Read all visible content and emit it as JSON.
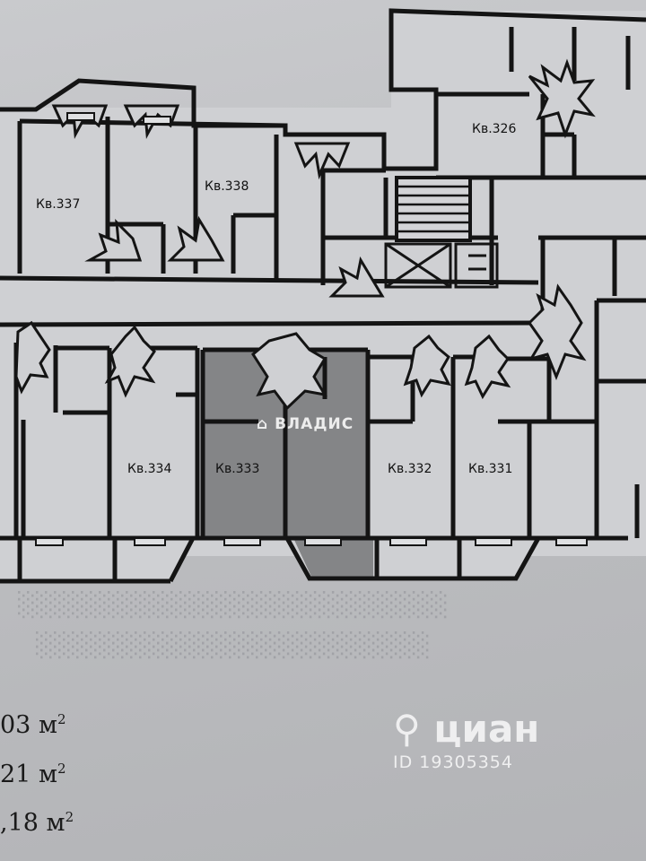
{
  "apartments": [
    {
      "id": "326",
      "label": "Кв.326"
    },
    {
      "id": "337",
      "label": "Кв.337"
    },
    {
      "id": "338",
      "label": "Кв.338"
    },
    {
      "id": "334",
      "label": "Кв.334"
    },
    {
      "id": "333",
      "label": "Кв.333"
    },
    {
      "id": "332",
      "label": "Кв.332"
    },
    {
      "id": "331",
      "label": "Кв.331"
    }
  ],
  "areas": [
    {
      "value": "03",
      "unit": "м",
      "exp": "2"
    },
    {
      "value": "21",
      "unit": "м",
      "exp": "2"
    },
    {
      "value": ",18",
      "unit": "м",
      "exp": "2"
    }
  ],
  "watermarks": {
    "vladis": "ВЛАДИС",
    "cian_brand": "циан",
    "cian_id": "ID 19305354"
  },
  "colors": {
    "highlight": "#848587",
    "wall": "#141414",
    "floor": "#cfd0d3"
  }
}
